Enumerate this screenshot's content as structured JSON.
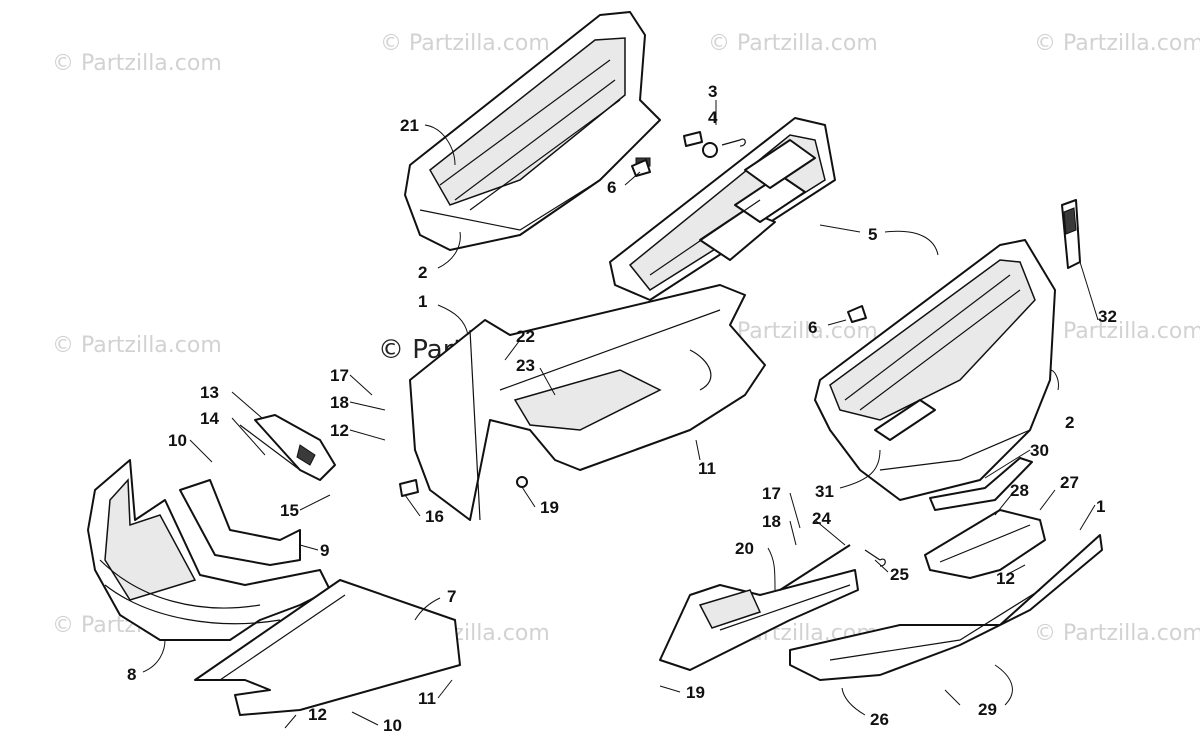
{
  "watermark": "© Partzilla.com",
  "callouts": {
    "c1a": "1",
    "c1b": "1",
    "c2a": "2",
    "c2b": "2",
    "c3": "3",
    "c4": "4",
    "c5": "5",
    "c6a": "6",
    "c6b": "6",
    "c7": "7",
    "c8": "8",
    "c9": "9",
    "c10a": "10",
    "c10b": "10",
    "c11a": "11",
    "c11b": "11",
    "c12a": "12",
    "c12b": "12",
    "c12c": "12",
    "c13": "13",
    "c14": "14",
    "c15": "15",
    "c16": "16",
    "c17a": "17",
    "c17b": "17",
    "c18a": "18",
    "c18b": "18",
    "c19a": "19",
    "c19b": "19",
    "c20": "20",
    "c21": "21",
    "c22": "22",
    "c23": "23",
    "c24": "24",
    "c25": "25",
    "c26": "26",
    "c27": "27",
    "c28": "28",
    "c29": "29",
    "c30": "30",
    "c31": "31",
    "c32": "32"
  }
}
